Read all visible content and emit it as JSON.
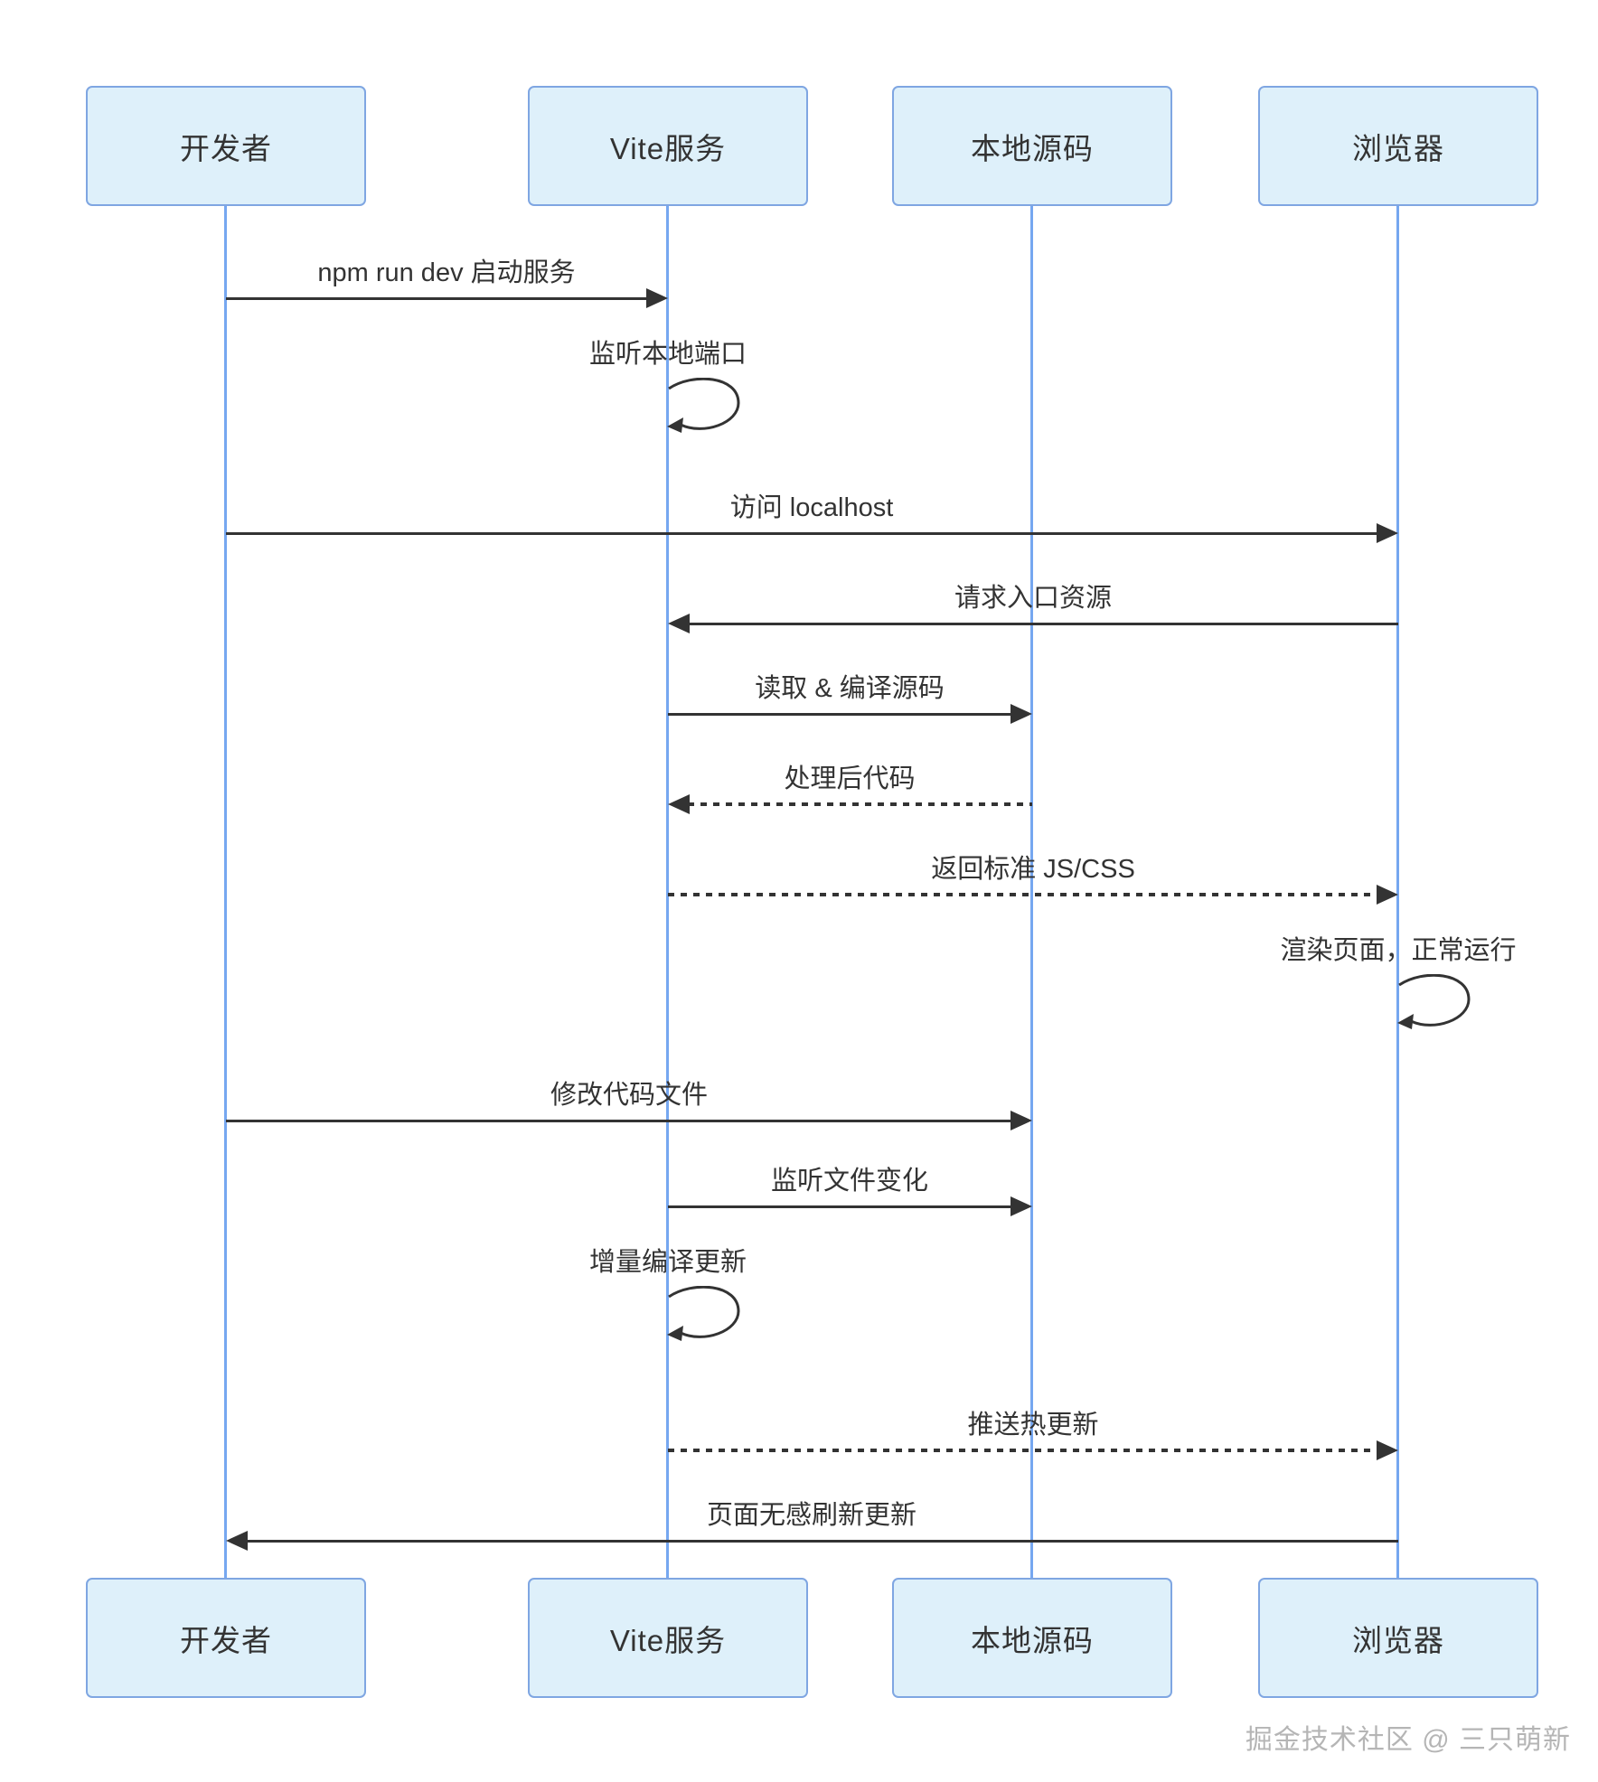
{
  "diagram": {
    "type": "sequence",
    "participants": [
      {
        "id": "developer",
        "label": "开发者"
      },
      {
        "id": "vite-server",
        "label": "Vite服务"
      },
      {
        "id": "local-source",
        "label": "本地源码"
      },
      {
        "id": "browser",
        "label": "浏览器"
      }
    ],
    "messages": [
      {
        "label": "npm run dev 启动服务",
        "from": "developer",
        "to": "vite-server",
        "style": "solid"
      },
      {
        "label": "监听本地端口",
        "from": "vite-server",
        "to": "vite-server",
        "style": "self"
      },
      {
        "label": "访问 localhost",
        "from": "developer",
        "to": "browser",
        "style": "solid"
      },
      {
        "label": "请求入口资源",
        "from": "browser",
        "to": "vite-server",
        "style": "solid"
      },
      {
        "label": "读取 & 编译源码",
        "from": "vite-server",
        "to": "local-source",
        "style": "solid"
      },
      {
        "label": "处理后代码",
        "from": "local-source",
        "to": "vite-server",
        "style": "dashed"
      },
      {
        "label": "返回标准 JS/CSS",
        "from": "vite-server",
        "to": "browser",
        "style": "dashed"
      },
      {
        "label": "渲染页面，正常运行",
        "from": "browser",
        "to": "browser",
        "style": "self"
      },
      {
        "label": "修改代码文件",
        "from": "developer",
        "to": "local-source",
        "style": "solid"
      },
      {
        "label": "监听文件变化",
        "from": "vite-server",
        "to": "local-source",
        "style": "solid"
      },
      {
        "label": "增量编译更新",
        "from": "vite-server",
        "to": "vite-server",
        "style": "self"
      },
      {
        "label": "推送热更新",
        "from": "vite-server",
        "to": "browser",
        "style": "dashed"
      },
      {
        "label": "页面无感刷新更新",
        "from": "browser",
        "to": "developer",
        "style": "solid"
      }
    ],
    "colors": {
      "box_fill": "#def0fa",
      "box_border": "#7fa6e2",
      "lifeline": "#76a7f0",
      "arrow": "#333333",
      "text": "#333333"
    },
    "watermark": "掘金技术社区 @ 三只萌新"
  }
}
